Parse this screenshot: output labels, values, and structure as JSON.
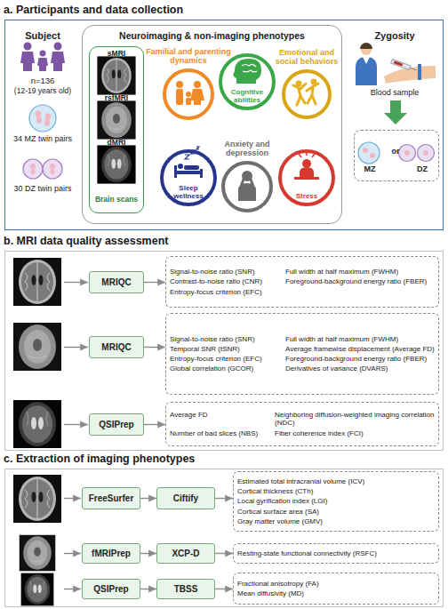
{
  "diagram": {
    "nodes": [
      {
        "text": [
          "a. Participants and data collection"
        ]
      },
      {
        "text": [
          "Neuroimaging & non-imaging phenotypes"
        ],
        "in": 0
      },
      {
        "text": [
          "sMRI",
          "rsfMRI",
          "dMRI",
          "Brain scans"
        ],
        "in": 1
      },
      {
        "text": [
          "Familial and parenting dynamics"
        ],
        "in": 1
      },
      {
        "text": [
          "Cognitive abilities"
        ],
        "in": 1
      },
      {
        "text": [
          "Emotional and social behaviors"
        ],
        "in": 1
      },
      {
        "text": [
          "Sleep wellness"
        ],
        "in": 1
      },
      {
        "text": [
          "Anxiety and depression"
        ],
        "in": 1
      },
      {
        "text": [
          "Stress"
        ],
        "in": 1
      },
      {
        "text": [
          "MZ",
          "or",
          "DZ"
        ],
        "in": 0
      },
      {
        "text": [
          "b. MRI data quality assessment"
        ]
      },
      {
        "text": [
          "MRIQC"
        ],
        "in": 10
      },
      {
        "text": [
          "Signal-to-noise ratio (SNR)",
          "Full width at half maximum (FWHM)",
          "Contrast-to-noise ratio (CNR)",
          "Foreground-background energy ratio (FBER)",
          "Entropy-focus criterion (EFC)"
        ],
        "in": 10
      },
      {
        "text": [
          "MRIQC"
        ],
        "in": 10
      },
      {
        "text": [
          "Signal-to-noise ratio (SNR)",
          "Full width at half maximum (FWHM)",
          "Temporal SNR (tSNR)",
          "Average framewise displacement (Average FD)",
          "Entropy-focus criterion (EFC)",
          "Foreground-background energy ratio (FBER)",
          "Global correlation (GCOR)",
          "Derivatives of variance (DVARS)"
        ],
        "in": 10
      },
      {
        "text": [
          "QSIPrep"
        ],
        "in": 10
      },
      {
        "text": [
          "Average FD",
          "Neighboring diffusion-weighted imaging correlation (NDC)",
          "Number of bad slices (NBS)",
          "Fiber coherence index (FCI)"
        ],
        "in": 10
      },
      {
        "text": [
          "c. Extraction of imaging phenotypes"
        ]
      },
      {
        "text": [
          "FreeSurfer"
        ],
        "in": 17
      },
      {
        "text": [
          "Ciftify"
        ],
        "in": 17
      },
      {
        "text": [
          "Estimated total intracranial volume (ICV)",
          "Cortical thickness (CTh)",
          "Local gyrification index (LGI)",
          "Cortical surface area (SA)",
          "Gray matter volume (GMV)"
        ],
        "in": 17
      },
      {
        "text": [
          "fMRIPrep"
        ],
        "in": 17
      },
      {
        "text": [
          "XCP-D"
        ],
        "in": 17
      },
      {
        "text": [
          "Resting-state functional connectivity (RSFC)"
        ],
        "in": 17
      },
      {
        "text": [
          "QSIPrep"
        ],
        "in": 17
      },
      {
        "text": [
          "TBSS"
        ],
        "in": 17
      },
      {
        "text": [
          "Fractional anisotropy (FA)",
          "Mean diffusivity (MD)"
        ],
        "in": 17
      }
    ],
    "edges": [
      {
        "from": 11,
        "to": 12,
        "arrow": "to"
      },
      {
        "from": 13,
        "to": 14,
        "arrow": "to"
      },
      {
        "from": 15,
        "to": 16,
        "arrow": "to"
      },
      {
        "from": 18,
        "to": 19,
        "arrow": "to"
      },
      {
        "from": 19,
        "to": 20,
        "arrow": "to"
      },
      {
        "from": 21,
        "to": 22,
        "arrow": "to"
      },
      {
        "from": 22,
        "to": 23,
        "arrow": "to"
      },
      {
        "from": 24,
        "to": 25,
        "arrow": "to"
      },
      {
        "from": 25,
        "to": 26,
        "arrow": "to"
      }
    ],
    "labels": [
      "Subject",
      "n=136",
      "(12-19 years old)",
      "34 MZ twin pairs",
      "30 DZ twin pairs",
      "Zygosity",
      "Blood sample"
    ]
  }
}
